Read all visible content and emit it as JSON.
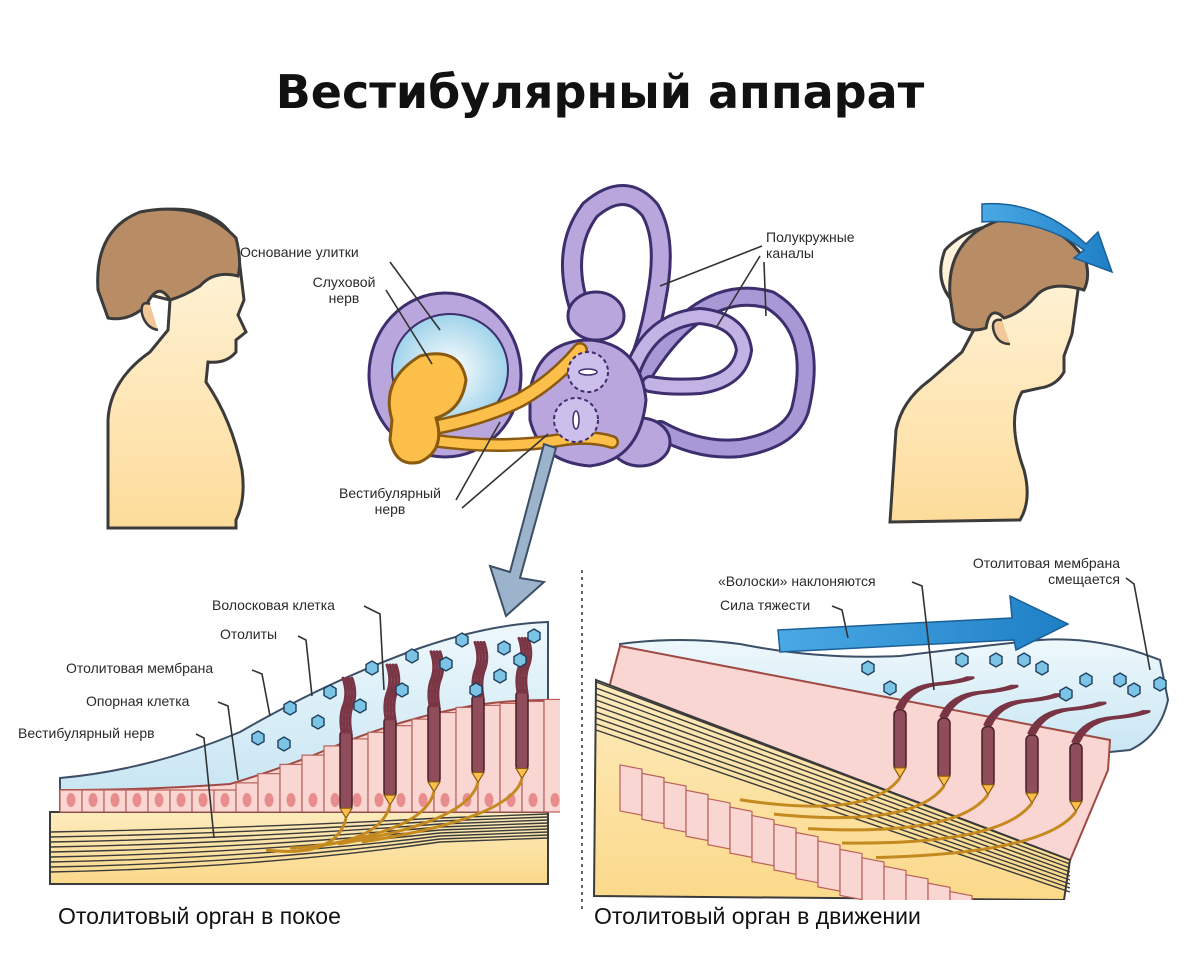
{
  "title": "Вестибулярный аппарат",
  "labels": {
    "cochlea_base": "Основание улитки",
    "auditory_nerve_1": "Слуховой",
    "auditory_nerve_2": "нерв",
    "semicircular_1": "Полукружные",
    "semicircular_2": "каналы",
    "vestibular_nerve_top_1": "Вестибулярный",
    "vestibular_nerve_top_2": "нерв",
    "hair_cell": "Волосковая клетка",
    "otoliths": "Отолиты",
    "otolith_membrane": "Отолитовая мембрана",
    "support_cell": "Опорная клетка",
    "vestibular_nerve": "Вестибулярный нерв",
    "hairs_bend": "«Волоски» наклоняются",
    "gravity": "Сила тяжести",
    "membrane_shift_1": "Отолитовая мембрана",
    "membrane_shift_2": "смещается"
  },
  "captions": {
    "rest": "Отолитовый орган в покое",
    "motion": "Отолитовый орган в движении"
  },
  "colors": {
    "skin": "#fde6b8",
    "hair": "#b88c64",
    "ear_purple": "#b9a6dc",
    "ear_outline": "#3d2e6e",
    "nerve_yellow": "#fbbf4a",
    "arrow_blue": "#2b8fd1",
    "cell_pink": "#f9d6d2",
    "nucleus": "#e88d8d",
    "gel": "#d6ecf5",
    "base_layer": "#fde9b4"
  }
}
